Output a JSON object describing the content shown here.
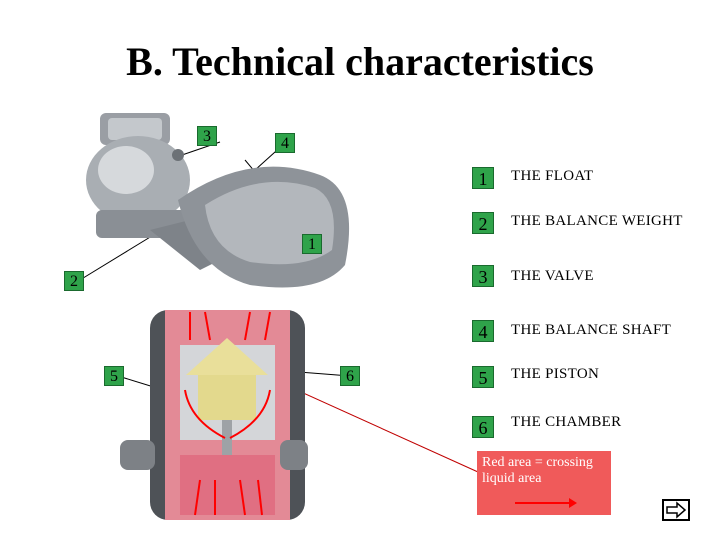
{
  "title": "B. Technical characteristics",
  "callouts": {
    "c1": "1",
    "c2": "2",
    "c3": "3",
    "c4": "4",
    "c5": "5",
    "c6": "6"
  },
  "legend": [
    {
      "num": "1",
      "label": "THE FLOAT"
    },
    {
      "num": "2",
      "label": "THE BALANCE WEIGHT"
    },
    {
      "num": "3",
      "label": "THE VALVE"
    },
    {
      "num": "4",
      "label": "THE BALANCE SHAFT"
    },
    {
      "num": "5",
      "label": "THE PISTON"
    },
    {
      "num": "6",
      "label": "THE CHAMBER"
    }
  ],
  "note": "Red area = crossing liquid area",
  "colors": {
    "badge": "#2fa34a",
    "note": "#f05a5a",
    "flow_arrow": "#ff0000"
  },
  "icons": {
    "next": "right-arrow-icon"
  }
}
